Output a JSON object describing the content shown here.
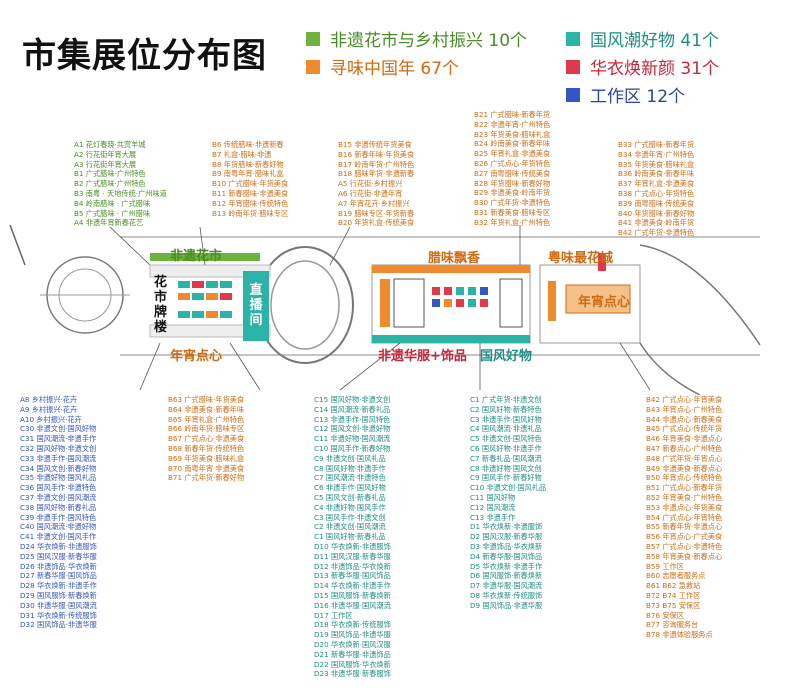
{
  "title": "市集展位分布图",
  "legend": [
    {
      "label": "非遗花市与乡村振兴 10个",
      "color": "#6db33f"
    },
    {
      "label": "国风潮好物 41个",
      "color": "#2ab3a6"
    },
    {
      "label": "寻味中国年 67个",
      "color": "#ef8a2e"
    },
    {
      "label": "华衣焕新颜 31个",
      "color": "#e0394b"
    },
    {
      "label": "工作区 12个",
      "color": "#3356c4"
    }
  ],
  "colors": {
    "green": "#6db33f",
    "teal": "#2ab3a6",
    "orange": "#ef8a2e",
    "red": "#e0394b",
    "blue": "#3356c4"
  },
  "map_labels": {
    "feiyi_huashi": "非遗花市",
    "lawei_piaoxiang": "腊味飘香",
    "yuewei_zuihuacheng": "粤味最花城",
    "huashi_pailou": "花市牌楼",
    "zhibojian": "直播间",
    "nianxiao_dianxin_left": "年宵点心",
    "nianxiao_dianxin_right": "年宵点心",
    "feiyi_huafu": "非遗华服+饰品",
    "guofeng_haowu": "国风好物"
  },
  "lists": {
    "top_a": [
      "A1 花灯春晓·共赏羊城",
      "A2 行花街年宵大展",
      "A3 行花街年宵大展",
      "B1 广式腊味·广州特色",
      "B2 广式腊味·广州特色",
      "B3 南粤 · 天地传统·广州味道",
      "B4 岭南腊味 · 广式腊味",
      "B5 广式腊味 · 广州腊味",
      "A4 非遗年宵新春花艺"
    ],
    "top_b": [
      "B6 传统腊味·非遗新春",
      "B7 礼盒·腊味·非遗",
      "B8 年货腊味·新春好物",
      "B9 南粤年宵·腊味礼盒",
      "B10 广式腊味·年货美食",
      "B11 新春腊味·非遗美食",
      "B12 年宵腊味·传统特色",
      "B13 岭南年货·腊味专区"
    ],
    "top_c": [
      "B15 非遗传统年货美食",
      "B16 新春年味·年货美食",
      "B17 岭南年货·广州特色",
      "B18 腊味年货·非遗新春",
      "A5 行花街·乡村振兴",
      "A6 行花街·非遗年宵",
      "A7 年宵花卉·乡村振兴",
      "B19 腊味专区·年货新春",
      "B20 年货礼盒·传统美食"
    ],
    "top_d": [
      "B21 广式腊味·新春年货",
      "B22 非遗年宵·广州特色",
      "B23 年货美食·腊味礼盒",
      "B24 岭南美食·新春年味",
      "B25 年宵礼盒·非遗美食",
      "B26 广式点心·年货特色",
      "B27 南粤腊味·传统美食",
      "B28 年货腊味·新春好物",
      "B29 非遗美食·岭南年货",
      "B30 广式年货·非遗特色",
      "B31 新春美食·腊味专区",
      "B32 年货礼盒·广州特色"
    ],
    "top_e": [
      "B33 广式腊味·新春年货",
      "B34 非遗年宵·广州特色",
      "B35 年货美食·腊味礼盒",
      "B36 岭南美食·新春年味",
      "B37 年宵礼盒·非遗美食",
      "B38 广式点心·年货特色",
      "B39 南粤腊味·传统美食",
      "B40 年货腊味·新春好物",
      "B41 非遗美食·岭南年货",
      "B42 广式年货·非遗特色"
    ],
    "bot_a": [
      "A8 乡村振兴·花卉",
      "A9 乡村振兴·花卉",
      "A10 乡村振兴·花卉",
      "C30 非遗文创·国风好物",
      "C31 国风潮流·非遗手作",
      "C32 国风好物·非遗文创",
      "C33 非遗手作·国风潮流",
      "C34 国风文创·新春好物",
      "C35 非遗好物·国风礼品",
      "C36 国风手作·非遗特色",
      "C37 非遗文创·国风潮流",
      "C38 国风好物·新春礼品",
      "C39 非遗手作·国风特色",
      "C40 国风潮流·非遗好物",
      "C41 非遗文创·国风手作",
      "D24 华衣焕新·非遗服饰",
      "D25 国风汉服·新春华服",
      "D26 非遗饰品·华衣焕新",
      "D27 新春华服·国风饰品",
      "D28 华衣焕新·非遗手作",
      "D29 国风服饰·新春焕新",
      "D30 非遗华服·国风潮流",
      "D31 华衣焕新·传统服饰",
      "D32 国风饰品·非遗华服"
    ],
    "bot_b": [
      "B63 广式腊味·年货美食",
      "B64 非遗美食·新春年味",
      "B65 年宵礼盒·广州特色",
      "B66 岭南年货·腊味专区",
      "B67 广式点心·非遗美食",
      "B68 新春年货·传统特色",
      "B69 年货美食·腊味礼盒",
      "B70 南粤年宵·非遗美食",
      "B71 广式年货·新春好物"
    ],
    "bot_c": [
      "C15 国风好物·非遗文创",
      "C14 国风潮流·新春礼品",
      "C13 非遗手作·国风特色",
      "C12 国风文创·非遗好物",
      "C11 非遗好物·国风潮流",
      "C10 国风手作·新春好物",
      "C9 非遗文创·国风礼品",
      "C8 国风好物·非遗手作",
      "C7 国风潮流·非遗特色",
      "C6 非遗手作·国风好物",
      "C5 国风文创·新春礼品",
      "C4 非遗好物·国风手作",
      "C3 国风手作·非遗文创",
      "C2 非遗文创·国风潮流",
      "C1 国风好物·新春礼品",
      "D10 华衣焕新·非遗服饰",
      "D11 国风汉服·新春华服",
      "D12 非遗饰品·华衣焕新",
      "D13 新春华服·国风饰品",
      "D14 华衣焕新·非遗手作",
      "D15 国风服饰·新春焕新",
      "D16 非遗华服·国风潮流",
      "D17 工作区",
      "D18 华衣焕新·传统服饰",
      "D19 国风饰品·非遗华服",
      "D20 华衣焕新·国风汉服",
      "D21 新春华服·非遗饰品",
      "D22 国风服饰·华衣焕新",
      "D23 非遗华服·新春服饰"
    ],
    "bot_d": [
      "C1 广式年货·非遗文创",
      "C2 国风好物·新春特色",
      "C3 非遗手作·国风好物",
      "C4 国风潮流·非遗礼品",
      "C5 非遗文创·国风特色",
      "C6 国风好物·非遗手作",
      "C7 新春礼品·国风潮流",
      "C8 非遗好物·国风文创",
      "C9 国风手作·新春好物",
      "C10 非遗文创·国风礼品",
      "C11 国风好物",
      "C12 国风潮流",
      "C13 非遗手作",
      "D1 华衣焕新·非遗服饰",
      "D2 国风汉服·新春华服",
      "D3 非遗饰品·华衣焕新",
      "D4 新春华服·国风饰品",
      "D5 华衣焕新·非遗手作",
      "D6 国风服饰·新春焕新",
      "D7 非遗华服·国风潮流",
      "D8 华衣焕新·传统服饰",
      "D9 国风饰品·非遗华服"
    ],
    "bot_e": [
      "B42 广式点心·年宵美食",
      "B43 年宵点心·广州特色",
      "B44 非遗点心·新春美食",
      "B45 广式点心·传统年货",
      "B46 年宵美食·非遗点心",
      "B47 新春点心·广州特色",
      "B48 广式年货·年宵点心",
      "B49 非遗美食·新春点心",
      "B50 年宵点心·传统特色",
      "B51 广式点心·新春年货",
      "B52 年宵美食·广州特色",
      "B53 非遗点心·年货美食",
      "B54 广式点心·年宵特色",
      "B55 新春年货·非遗点心",
      "B56 年宵点心·广式美食",
      "B57 广式点心·非遗特色",
      "B58 年宵美食·新春点心",
      "B59 工作区",
      "B60 志愿者服务点",
      "B61 B62 急救站",
      "B72 B74 工作区",
      "B73 B75 安保区",
      "B76 安保区",
      "B77 咨询服务台",
      "B78 非遗体验服务点"
    ]
  }
}
